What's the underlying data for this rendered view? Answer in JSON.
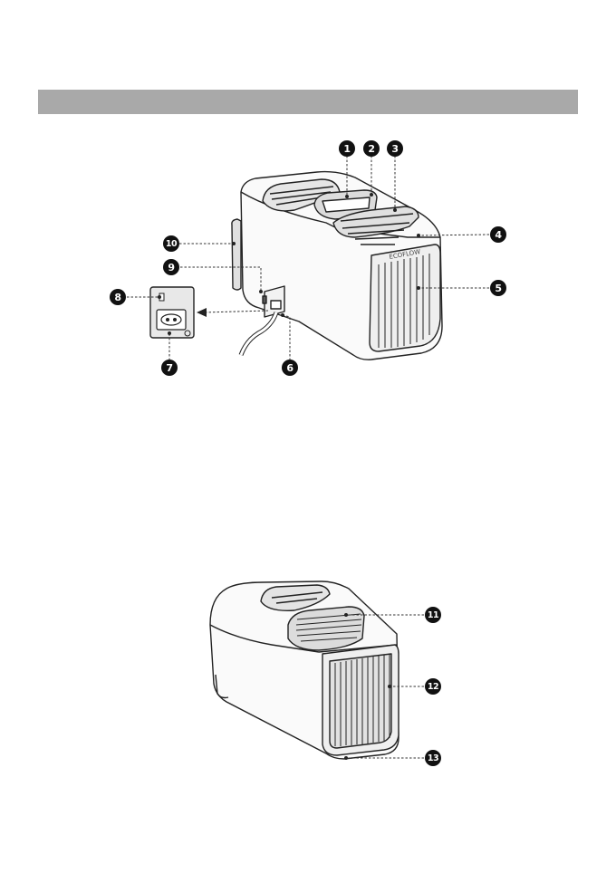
{
  "header": {
    "text": ""
  },
  "figure1": {
    "brand_text": "ECOFLOW",
    "callouts": [
      {
        "num": "1",
        "name": "callout-1"
      },
      {
        "num": "2",
        "name": "callout-2"
      },
      {
        "num": "3",
        "name": "callout-3"
      },
      {
        "num": "4",
        "name": "callout-4"
      },
      {
        "num": "5",
        "name": "callout-5"
      },
      {
        "num": "6",
        "name": "callout-6"
      },
      {
        "num": "7",
        "name": "callout-7"
      },
      {
        "num": "8",
        "name": "callout-8"
      },
      {
        "num": "9",
        "name": "callout-9"
      },
      {
        "num": "10",
        "name": "callout-10"
      }
    ]
  },
  "figure2": {
    "callouts": [
      {
        "num": "11",
        "name": "callout-11"
      },
      {
        "num": "12",
        "name": "callout-12"
      },
      {
        "num": "13",
        "name": "callout-13"
      }
    ]
  }
}
